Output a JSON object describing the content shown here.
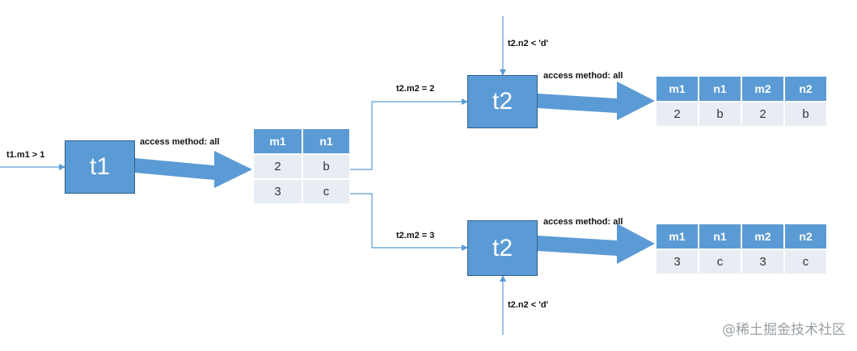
{
  "nodes": {
    "t1": "t1",
    "t2_top": "t2",
    "t2_bottom": "t2"
  },
  "edges": {
    "t1_input": "t1.m1 > 1",
    "t1_access": "access method: all",
    "to_t2_top": "t2.m2 = 2",
    "to_t2_bottom": "t2.m2 = 3",
    "t2_top_filter": "t2.n2 < 'd'",
    "t2_bottom_filter": "t2.n2 < 'd'",
    "t2_top_access": "access method: all",
    "t2_bottom_access": "access method: all"
  },
  "tables": {
    "t1_result": {
      "columns": [
        "m1",
        "n1"
      ],
      "rows": [
        [
          "2",
          "b"
        ],
        [
          "3",
          "c"
        ]
      ]
    },
    "t2_top_result": {
      "columns": [
        "m1",
        "n1",
        "m2",
        "n2"
      ],
      "rows": [
        [
          "2",
          "b",
          "2",
          "b"
        ]
      ]
    },
    "t2_bottom_result": {
      "columns": [
        "m1",
        "n1",
        "m2",
        "n2"
      ],
      "rows": [
        [
          "3",
          "c",
          "3",
          "c"
        ]
      ]
    }
  },
  "watermark": "@稀土掘金技术社区",
  "colors": {
    "box_fill": "#5b9bd5",
    "box_border": "#2e5f8a",
    "arrow": "#5b9bd5",
    "line": "#5b9bd5",
    "cell_bg": "#e8edf4"
  }
}
